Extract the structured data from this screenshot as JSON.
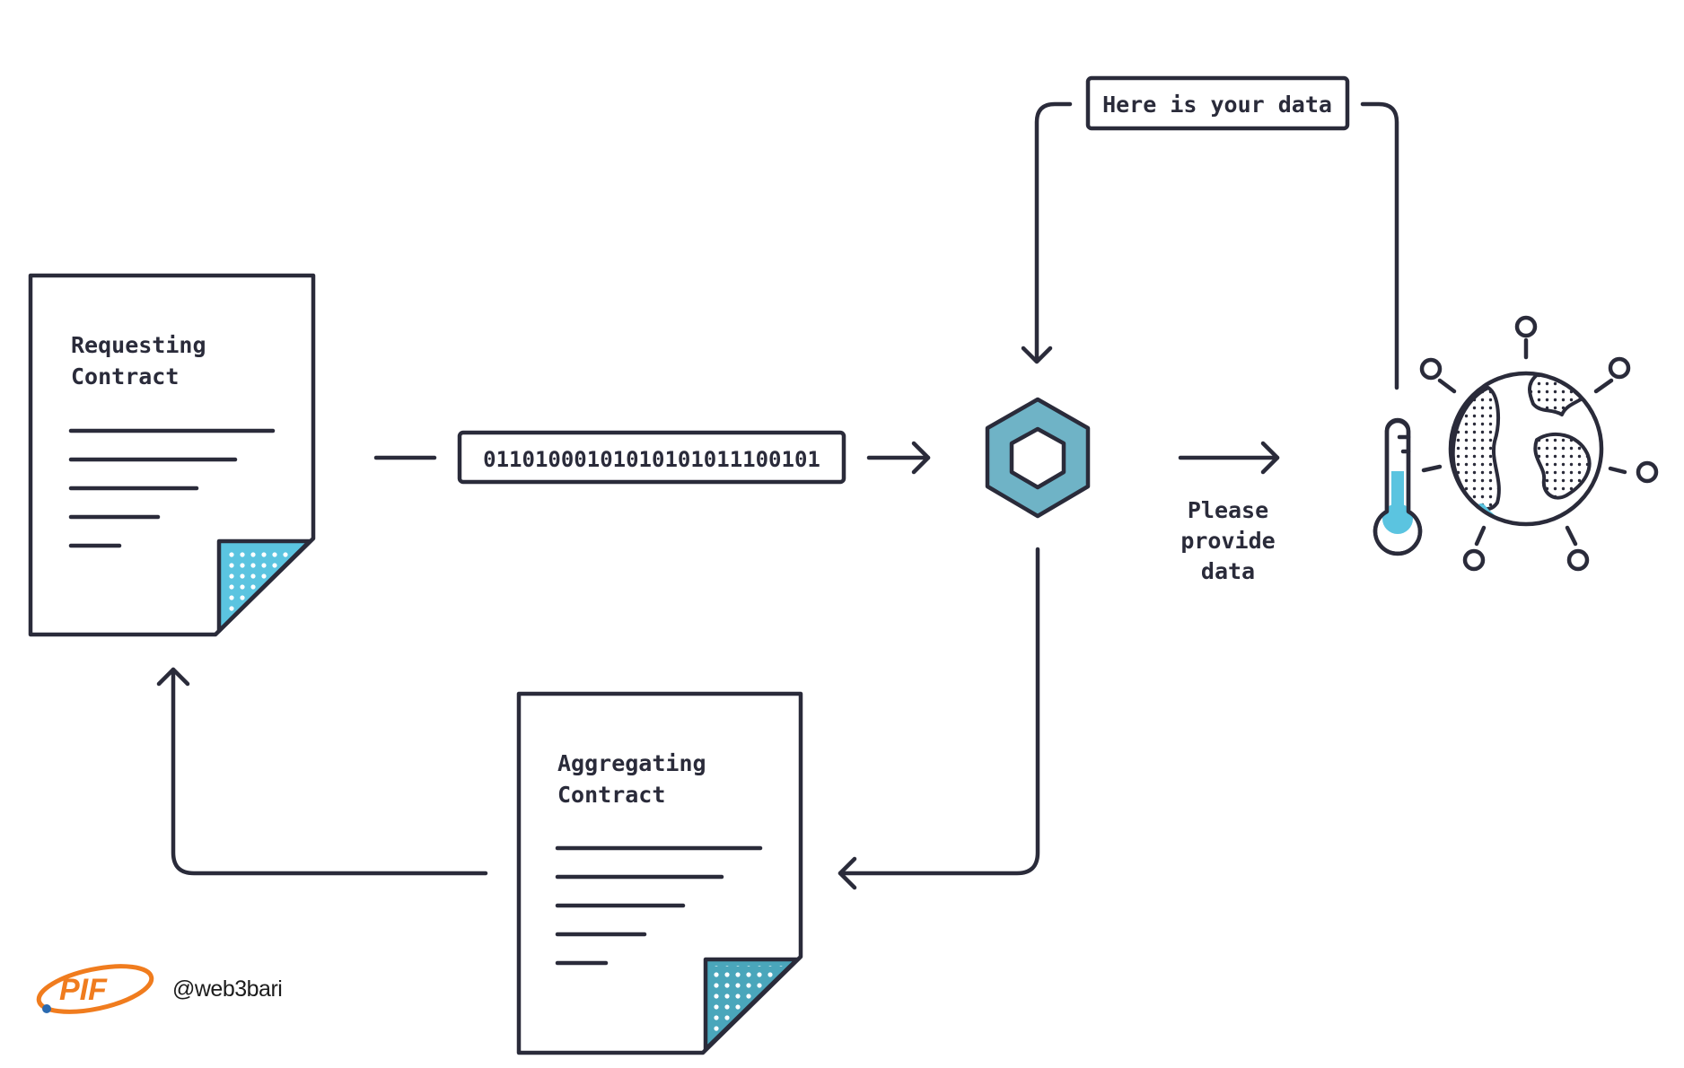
{
  "requesting_contract": {
    "line1": "Requesting",
    "line2": "Contract"
  },
  "aggregating_contract": {
    "line1": "Aggregating",
    "line2": "Contract"
  },
  "binary_message": "01101000101010101011100101",
  "response_label": "Here is your data",
  "request_label": {
    "line1": "Please",
    "line2": "provide",
    "line3": "data"
  },
  "watermark": {
    "logo_text": "PIF",
    "handle": "@web3bari"
  },
  "icons": [
    "document-icon",
    "chainlink-hexagon-icon",
    "thermometer-icon",
    "globe-icon"
  ],
  "colors": {
    "ink": "#2a2b3a",
    "accent": "#5bc4e0",
    "accent_dark": "#4aa6bb",
    "hexagon_fill": "#6fb3c6",
    "logo_orange": "#f07c1e"
  }
}
